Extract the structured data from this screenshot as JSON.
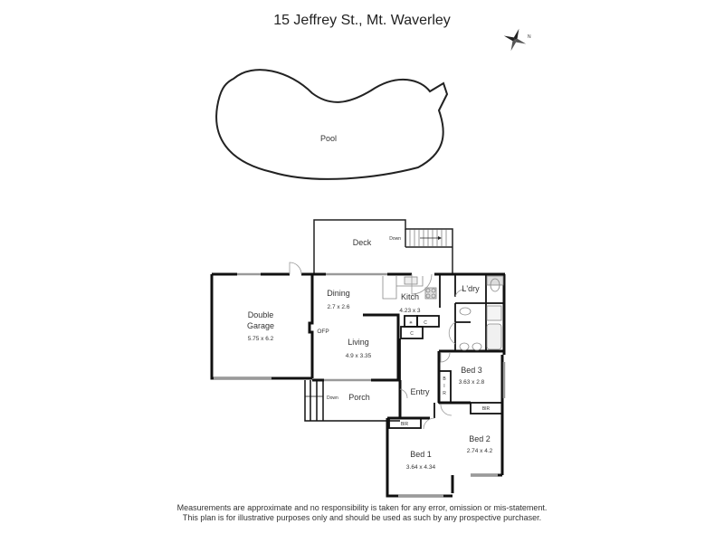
{
  "header": {
    "title": "15 Jeffrey St., Mt. Waverley"
  },
  "compass": {
    "icon": "compass-rose-icon",
    "direction_label": "N"
  },
  "pool": {
    "label": "Pool"
  },
  "rooms": {
    "deck": {
      "name": "Deck",
      "stairs_label": "Down"
    },
    "dining": {
      "name": "Dining",
      "dimensions": "2.7 x 2.6"
    },
    "kitchen": {
      "name": "Kitch",
      "dimensions": "4.23 x 3"
    },
    "laundry": {
      "name": "L'dry"
    },
    "garage": {
      "name_line1": "Double",
      "name_line2": "Garage",
      "dimensions": "5.75 x 6.2"
    },
    "ofp": {
      "name": "OFP"
    },
    "living": {
      "name": "Living",
      "dimensions": "4.9 x 3.35"
    },
    "porch": {
      "name": "Porch",
      "stairs_label": "Down"
    },
    "entry": {
      "name": "Entry"
    },
    "bed1": {
      "name": "Bed 1",
      "dimensions": "3.64 x 4.34",
      "robe": "BIR"
    },
    "bed2": {
      "name": "Bed 2",
      "dimensions": "2.74 x 4.2",
      "robe": "BIR"
    },
    "bed3": {
      "name": "Bed 3",
      "dimensions": "3.63 x 2.8",
      "robe_letters": [
        "B",
        "I",
        "R"
      ]
    },
    "cupboards": {
      "c1": "C",
      "c2": "C"
    }
  },
  "footer": {
    "disclaimer_line1": "Measurements are approximate and no responsibility is taken for any error, omission or mis-statement.",
    "disclaimer_line2": "This plan is for illustrative purposes only and should be used as such by any prospective purchaser."
  }
}
